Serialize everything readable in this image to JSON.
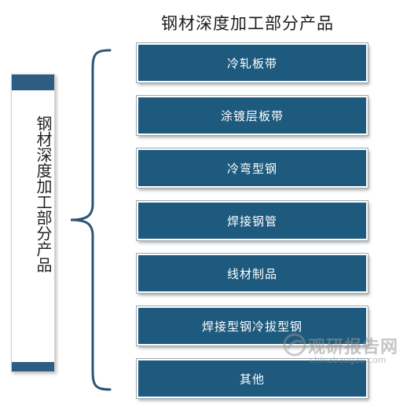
{
  "title": "钢材深度加工部分产品",
  "left_label": "钢材深度加工部分产品",
  "items": [
    "冷轧板带",
    "涂镀层板带",
    "冷弯型钢",
    "焊接钢管",
    "线材制品",
    "焊接型钢冷拔型钢",
    "其他"
  ],
  "watermark": {
    "name": "观研报告网",
    "url": "chinabaogao.com"
  },
  "colors": {
    "box_fill": "#1d5a7d",
    "accent": "#2d5d83",
    "brace": "#2a5577"
  }
}
